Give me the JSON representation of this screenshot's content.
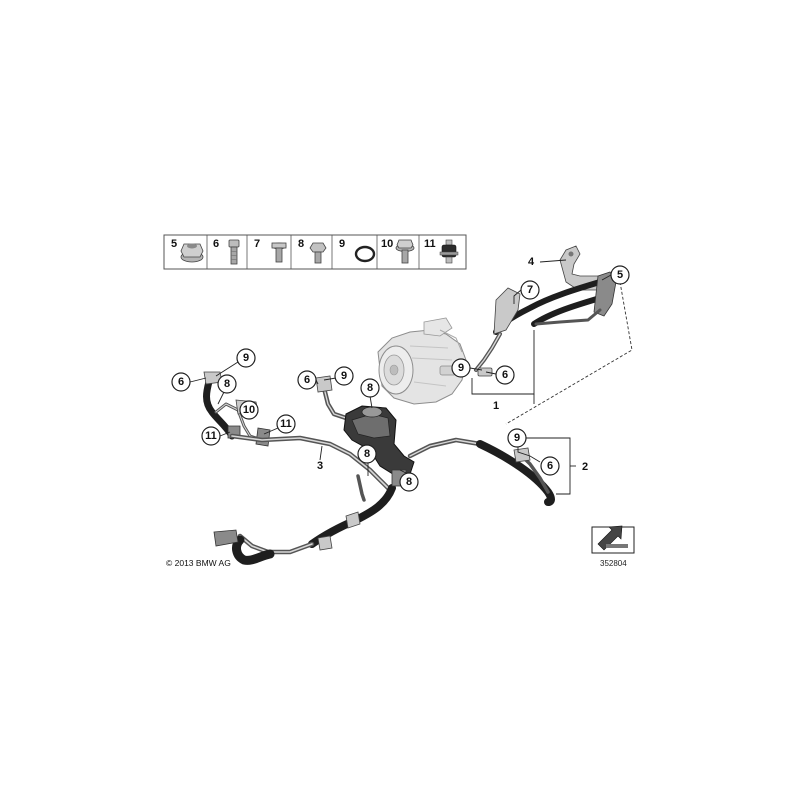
{
  "legend": {
    "items": [
      {
        "label": "5",
        "icon": "flange-nut-icon"
      },
      {
        "label": "6",
        "icon": "long-bolt-icon"
      },
      {
        "label": "7",
        "icon": "short-bolt-icon"
      },
      {
        "label": "8",
        "icon": "hex-bolt-icon"
      },
      {
        "label": "9",
        "icon": "o-ring-icon"
      },
      {
        "label": "10",
        "icon": "flange-bolt-icon"
      },
      {
        "label": "11",
        "icon": "rubber-mount-icon"
      }
    ]
  },
  "callouts": {
    "upper_clip": "4",
    "upper_nut": "5",
    "upper_bolt": "7",
    "pump_oring": "9",
    "pump_bolt": "6",
    "pressure_hose": "1",
    "return_oring": "9",
    "return_bolt": "6",
    "return_hose": "2",
    "left_oring": "9",
    "left_bolt": "6",
    "left_bracket_bolt": "8",
    "left_flange_bolt": "10",
    "left_mount_right": "11",
    "left_mount_left": "11",
    "cooler_line": "3",
    "center_oring": "9",
    "center_bolt": "6",
    "rack_bolt_top": "8",
    "rack_bolt_lower": "8",
    "rack_bolt_bottom": "8"
  },
  "copyright": "© 2013 BMW AG",
  "diagram_number": "352804",
  "nav_icon": "arrow-box-icon"
}
